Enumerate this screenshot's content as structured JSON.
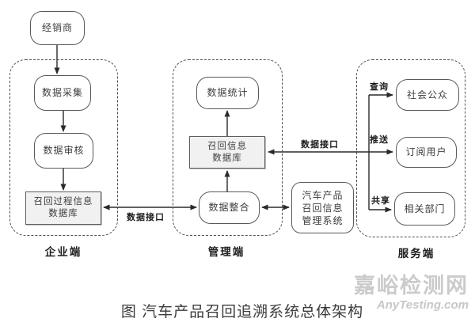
{
  "diagram": {
    "caption": "图 汽车产品召回追溯系统总体架构",
    "watermark": {
      "line1": "嘉峪检测网",
      "line2": "AnyTesting.com"
    },
    "groups": {
      "enterprise": {
        "label": "企业端"
      },
      "management": {
        "label": "管理端"
      },
      "service": {
        "label": "服务端"
      }
    },
    "nodes": {
      "dealer": {
        "label": "经销商"
      },
      "data_collection": {
        "label": "数据采集"
      },
      "data_review": {
        "label": "数据审核"
      },
      "recall_process_db": {
        "lines": [
          "召回过程信息",
          "数据库"
        ]
      },
      "data_statistics": {
        "label": "数据统计"
      },
      "recall_info_db": {
        "lines": [
          "召回信息",
          "数据库"
        ]
      },
      "data_integration": {
        "label": "数据整合"
      },
      "recall_mgmt_system": {
        "lines": [
          "汽车产品",
          "召回信息",
          "管理系统"
        ]
      },
      "social_public": {
        "label": "社会公众"
      },
      "subscribers": {
        "label": "订阅用户"
      },
      "related_departments": {
        "label": "相关部门"
      }
    },
    "edge_labels": {
      "data_interface_left": "数据接口",
      "data_interface_right": "数据接口",
      "query": "查询",
      "push": "推送",
      "share": "共享"
    },
    "colors": {
      "line": "#2f2f2f",
      "dashed_border": "#4f4f4f",
      "db_fill": "#f1f1f1",
      "watermark": "#cbcbcb",
      "caption_text": "#3c3c3c"
    }
  }
}
